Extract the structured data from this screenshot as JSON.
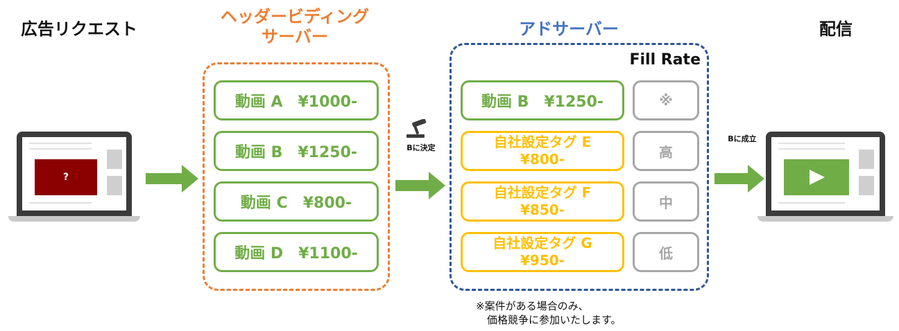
{
  "titles": {
    "request": "広告リクエスト",
    "hb_line1": "ヘッダービディング",
    "hb_line2": "サーバー",
    "adserver": "アドサーバー",
    "delivery": "配信"
  },
  "hb_items": [
    {
      "label": "動画 A　¥1000-"
    },
    {
      "label": "動画 B　¥1250-"
    },
    {
      "label": "動画 C　¥800-"
    },
    {
      "label": "動画 D　¥1100-"
    }
  ],
  "adserver": {
    "fill_rate_label": "Fill Rate",
    "items": [
      {
        "label": "動画 B　¥1250-",
        "rate": "※"
      },
      {
        "line1": "自社設定タグ E",
        "line2": "¥800-",
        "rate": "高"
      },
      {
        "line1": "自社設定タグ F",
        "line2": "¥850-",
        "rate": "中"
      },
      {
        "line1": "自社設定タグ G",
        "line2": "¥950-",
        "rate": "低"
      }
    ]
  },
  "labels": {
    "decided": "Bに決定",
    "established": "Bに成立",
    "question_mark": "?"
  },
  "note": {
    "line1": "※案件がある場合のみ、",
    "line2": "価格競争に参加いたします。"
  },
  "colors": {
    "orange": "#ED7D31",
    "blue": "#4472C4",
    "green": "#70AD47",
    "yellow": "#FFC000",
    "gray": "#A6A6A6",
    "ad_placeholder": "#8B0000"
  },
  "icons": {
    "gavel": "gavel-icon",
    "play": "play-icon"
  }
}
